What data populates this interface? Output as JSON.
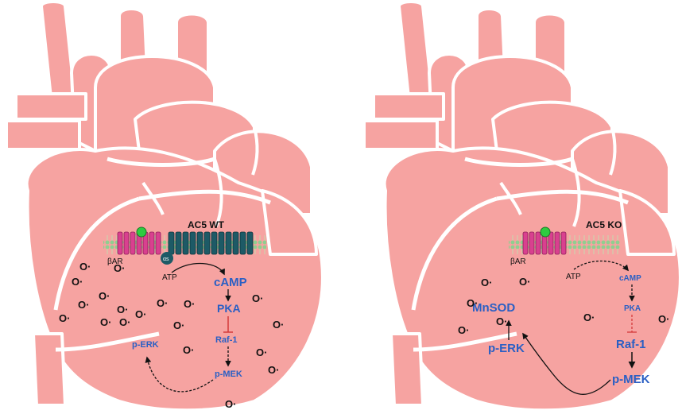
{
  "colors": {
    "heart": "#f6a3a1",
    "outline": "#ffffff",
    "receptor": "#d9408f",
    "ac5": "#1d5a66",
    "membrane_lipid": "#8fcf8f",
    "ligand": "#2ecc40",
    "text_blue": "#2a5fc4",
    "inhibit": "#d43a3a",
    "text_dark": "#111111"
  },
  "wt": {
    "title": "AC5 WT",
    "receptor": "βAR",
    "galpha": "αs",
    "atp": "ATP",
    "camp": "cAMP",
    "pka": "PKA",
    "raf": "Raf-1",
    "pmek": "p-MEK",
    "perk": "p-ERK",
    "radical": "O·"
  },
  "ko": {
    "title": "AC5 KO",
    "receptor": "βAR",
    "atp": "ATP",
    "camp": "cAMP",
    "pka": "PKA",
    "raf": "Raf-1",
    "pmek": "p-MEK",
    "perk": "p-ERK",
    "mnsod": "MnSOD",
    "radical": "O·"
  }
}
